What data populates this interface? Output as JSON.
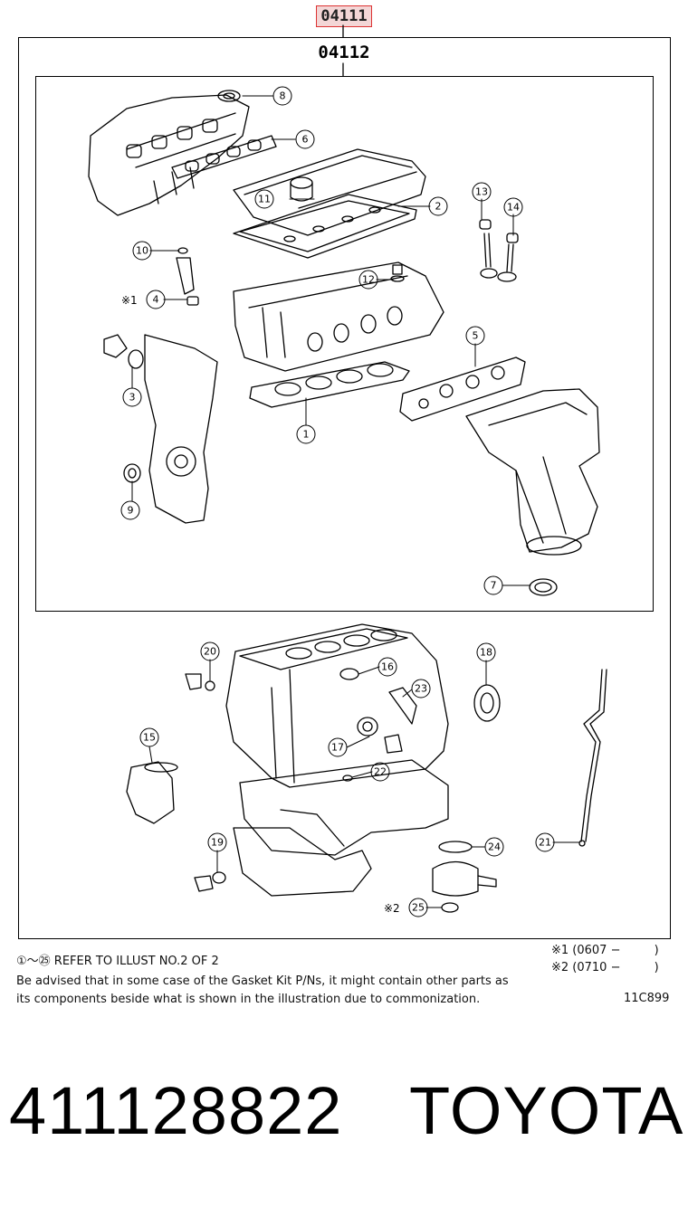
{
  "header": {
    "assembly_ref": "04111",
    "sub_assembly_ref": "04112"
  },
  "callouts": [
    {
      "id": "c1",
      "label": "1"
    },
    {
      "id": "c2",
      "label": "2"
    },
    {
      "id": "c3",
      "label": "3"
    },
    {
      "id": "c4",
      "label": "4"
    },
    {
      "id": "c5",
      "label": "5"
    },
    {
      "id": "c6",
      "label": "6"
    },
    {
      "id": "c7",
      "label": "7"
    },
    {
      "id": "c8",
      "label": "8"
    },
    {
      "id": "c9",
      "label": "9"
    },
    {
      "id": "c10",
      "label": "10"
    },
    {
      "id": "c11",
      "label": "11"
    },
    {
      "id": "c12",
      "label": "12"
    },
    {
      "id": "c13",
      "label": "13"
    },
    {
      "id": "c14",
      "label": "14"
    },
    {
      "id": "c15",
      "label": "15"
    },
    {
      "id": "c16",
      "label": "16"
    },
    {
      "id": "c17",
      "label": "17"
    },
    {
      "id": "c18",
      "label": "18"
    },
    {
      "id": "c19",
      "label": "19"
    },
    {
      "id": "c20",
      "label": "20"
    },
    {
      "id": "c21",
      "label": "21"
    },
    {
      "id": "c22",
      "label": "22"
    },
    {
      "id": "c23",
      "label": "23"
    },
    {
      "id": "c24",
      "label": "24"
    },
    {
      "id": "c25",
      "label": "25"
    }
  ],
  "markers": {
    "m1": "※1",
    "m2": "※2"
  },
  "notes": {
    "refer": "①～㉕ REFER TO ILLUST NO.2 OF 2",
    "advice_line1": "Be advised that in some case of the Gasket Kit P/Ns,  it might contain other parts as",
    "advice_line2": "its components beside what is shown in the illustration due to commonization.",
    "footnote1": "※1 (0607 −         )",
    "footnote2": "※2 (0710 −         )",
    "illustration_code": "11C899"
  },
  "footer": {
    "part_number": "411128822",
    "brand": "TOYOTA"
  }
}
